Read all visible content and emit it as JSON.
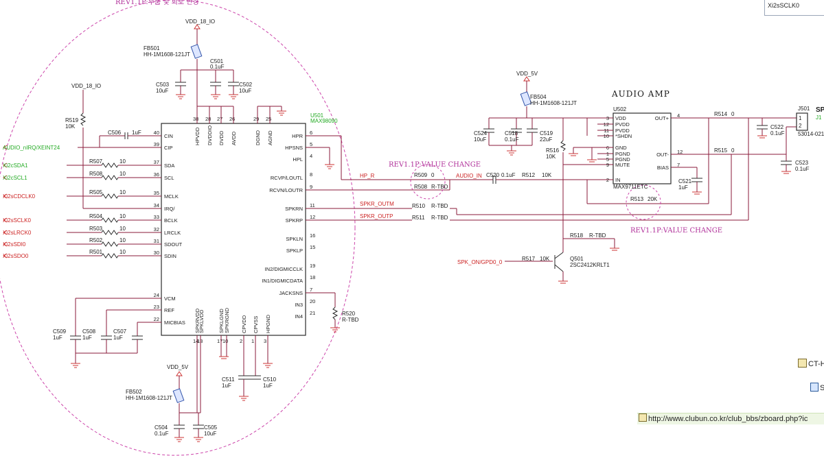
{
  "rev_note_top": "REV1.1P:부품 및 회로 변경",
  "rev_notes": [
    "REV1.1P:VALUE CHANGE",
    "REV1.1P:VALUE CHANGE"
  ],
  "amp_title": "AUDIO AMP",
  "u501": {
    "ref": "U501",
    "part": "MAX98090",
    "left_pins": [
      {
        "num": "40",
        "name": "CIN"
      },
      {
        "num": "39",
        "name": "CIP"
      },
      {
        "num": "37",
        "name": "SDA"
      },
      {
        "num": "36",
        "name": "SCL"
      },
      {
        "num": "35",
        "name": "MCLK"
      },
      {
        "num": "34",
        "name": "IRQ/"
      },
      {
        "num": "33",
        "name": "BCLK"
      },
      {
        "num": "32",
        "name": "LRCLK"
      },
      {
        "num": "31",
        "name": "SDOUT"
      },
      {
        "num": "30",
        "name": "SDIN"
      },
      {
        "num": "24",
        "name": "VCM"
      },
      {
        "num": "23",
        "name": "REF"
      },
      {
        "num": "22",
        "name": "MICBIAS"
      }
    ],
    "right_pins": [
      {
        "num": "6",
        "name": "HPR"
      },
      {
        "num": "5",
        "name": "HPSNS"
      },
      {
        "num": "4",
        "name": "HPL"
      },
      {
        "num": "8",
        "name": "RCVP/LOUTL"
      },
      {
        "num": "9",
        "name": "RCVN/LOUTR"
      },
      {
        "num": "11",
        "name": "SPKRN"
      },
      {
        "num": "12",
        "name": "SPKRP"
      },
      {
        "num": "16",
        "name": "SPKLN"
      },
      {
        "num": "15",
        "name": "SPKLP"
      },
      {
        "num": "19",
        "name": "IN2/DIGMICCLK"
      },
      {
        "num": "18",
        "name": "IN1/DIGMICDATA"
      },
      {
        "num": "7",
        "name": "JACKSNS"
      },
      {
        "num": "20",
        "name": "IN3"
      },
      {
        "num": "21",
        "name": "IN4"
      }
    ],
    "top_pins": [
      {
        "num": "38",
        "name": "HPVDD"
      },
      {
        "num": "28",
        "name": "DVDDIO"
      },
      {
        "num": "27",
        "name": "DVDD"
      },
      {
        "num": "26",
        "name": "AVDD"
      },
      {
        "num": "29",
        "name": "DGND"
      },
      {
        "num": "25",
        "name": "AGND"
      }
    ],
    "bottom_pins": [
      {
        "num": "14",
        "name": "SPKRVDD"
      },
      {
        "num": "13",
        "name": "SPKLVDD"
      },
      {
        "num": "17",
        "name": "SPKLGND"
      },
      {
        "num": "10",
        "name": "SPKRGND"
      },
      {
        "num": "2",
        "name": "CPVDD"
      },
      {
        "num": "1",
        "name": "CPVSS"
      },
      {
        "num": "3",
        "name": "HPGND"
      }
    ]
  },
  "u502": {
    "ref": "U502",
    "part": "MAX9711ETC",
    "left_pins": [
      {
        "num": "3",
        "name": "VDD"
      },
      {
        "num": "12",
        "name": "PVDD"
      },
      {
        "num": "11",
        "name": "PVDD"
      },
      {
        "num": "10",
        "name": "*SHDN"
      },
      {
        "num": "6",
        "name": "GND"
      },
      {
        "num": "1",
        "name": "PGND"
      },
      {
        "num": "5",
        "name": "PGND"
      },
      {
        "num": "9",
        "name": "MUTE"
      },
      {
        "num": "2",
        "name": "IN"
      }
    ],
    "right_pins": [
      {
        "num": "4",
        "name": "OUT+"
      },
      {
        "num": "12",
        "name": "OUT-"
      },
      {
        "num": "7",
        "name": "BIAS"
      }
    ]
  },
  "left_nets": [
    {
      "label": "AUDIO_nIRQ/XEINT24",
      "color": "#22aa22"
    },
    {
      "label": "Xi2cSDA1",
      "color": "#22aa22"
    },
    {
      "label": "Xi2cSCL1",
      "color": "#22aa22"
    },
    {
      "label": "Xi2sCDCLK0",
      "color": "#cc2222"
    },
    {
      "label": "Xi2sSCLK0",
      "color": "#cc2222"
    },
    {
      "label": "Xi2sLRCK0",
      "color": "#cc2222"
    },
    {
      "label": "Xi2sSDI0",
      "color": "#cc2222"
    },
    {
      "label": "Xi2sSDO0",
      "color": "#cc2222"
    }
  ],
  "series_resistors": [
    {
      "ref": "R507",
      "val": "10"
    },
    {
      "ref": "R508",
      "val": "10"
    },
    {
      "ref": "R505",
      "val": "10"
    },
    {
      "ref": "R504",
      "val": "10"
    },
    {
      "ref": "R503",
      "val": "10"
    },
    {
      "ref": "R502",
      "val": "10"
    },
    {
      "ref": "R501",
      "val": "10"
    }
  ],
  "power": {
    "vdd18_top": "VDD_18_IO",
    "vdd18_left": "VDD_18_IO",
    "vdd5_right": "VDD_5V",
    "vdd5_bottom": "VDD_5V"
  },
  "ferrites": [
    {
      "ref": "FB501",
      "part": "HH-1M1608-121JT"
    },
    {
      "ref": "FB504",
      "part": "HH-1M1608-121JT"
    },
    {
      "ref": "FB502",
      "part": "HH-1M1608-121JT"
    }
  ],
  "caps": {
    "c501": {
      "ref": "C501",
      "val": "0.1uF"
    },
    "c503": {
      "ref": "C503",
      "val": "10uF"
    },
    "c502": {
      "ref": "C502",
      "val": "10uF"
    },
    "c506": {
      "ref": "C506",
      "val": "1uF"
    },
    "c509": {
      "ref": "C509",
      "val": "1uF"
    },
    "c508": {
      "ref": "C508",
      "val": "1uF"
    },
    "c507": {
      "ref": "C507",
      "val": "1uF"
    },
    "c511": {
      "ref": "C511",
      "val": "1uF"
    },
    "c510": {
      "ref": "C510",
      "val": "1uF"
    },
    "c504": {
      "ref": "C504",
      "val": "0.1uF"
    },
    "c505": {
      "ref": "C505",
      "val": "10uF"
    },
    "c524": {
      "ref": "C524",
      "val": "10uF"
    },
    "c518": {
      "ref": "C518",
      "val": "0.1uF"
    },
    "c519": {
      "ref": "C519",
      "val": "22uF"
    },
    "c520": {
      "ref": "C520",
      "val": "0.1uF"
    },
    "c521": {
      "ref": "C521",
      "val": "1uF"
    },
    "c522": {
      "ref": "C522",
      "val": "0.1uF"
    },
    "c523": {
      "ref": "C523",
      "val": "0.1uF"
    }
  },
  "resistors": {
    "r519": {
      "ref": "R519",
      "val": "10K"
    },
    "r520": {
      "ref": "R520",
      "val": "R-TBD"
    },
    "r509": {
      "ref": "R509",
      "val": "0"
    },
    "r508": {
      "ref": "R508",
      "val": "R-TBD"
    },
    "r510": {
      "ref": "R510",
      "val": "R-TBD"
    },
    "r511": {
      "ref": "R511",
      "val": "R-TBD"
    },
    "r512": {
      "ref": "R512",
      "val": "10K"
    },
    "r513": {
      "ref": "R513",
      "val": "20K"
    },
    "r514": {
      "ref": "R514",
      "val": "0"
    },
    "r515": {
      "ref": "R515",
      "val": "0"
    },
    "r516": {
      "ref": "R516",
      "val": "10K"
    },
    "r517": {
      "ref": "R517",
      "val": "10K"
    },
    "r518": {
      "ref": "R518",
      "val": "R-TBD"
    }
  },
  "mid_nets": {
    "hp_r": "HP_R",
    "audio_in": "AUDIO_IN",
    "spkr_outm": "SPKR_OUTM",
    "spkr_outp": "SPKR_OUTP",
    "spk_on": "SPK_ON/GPD0_0"
  },
  "q501": {
    "ref": "Q501",
    "part": "2SC2412KRLT1"
  },
  "j501": {
    "ref": "J501",
    "part": "53014-021",
    "label_partial": "J1",
    "head_partial": "SP",
    "pins": [
      "1",
      "2"
    ]
  },
  "side_panel": {
    "field_value": "Xi2sSCLK0",
    "link1": "CT-H",
    "link2": "S",
    "url": "http://www.clubun.co.kr/club_bbs/zboard.php?ic"
  }
}
